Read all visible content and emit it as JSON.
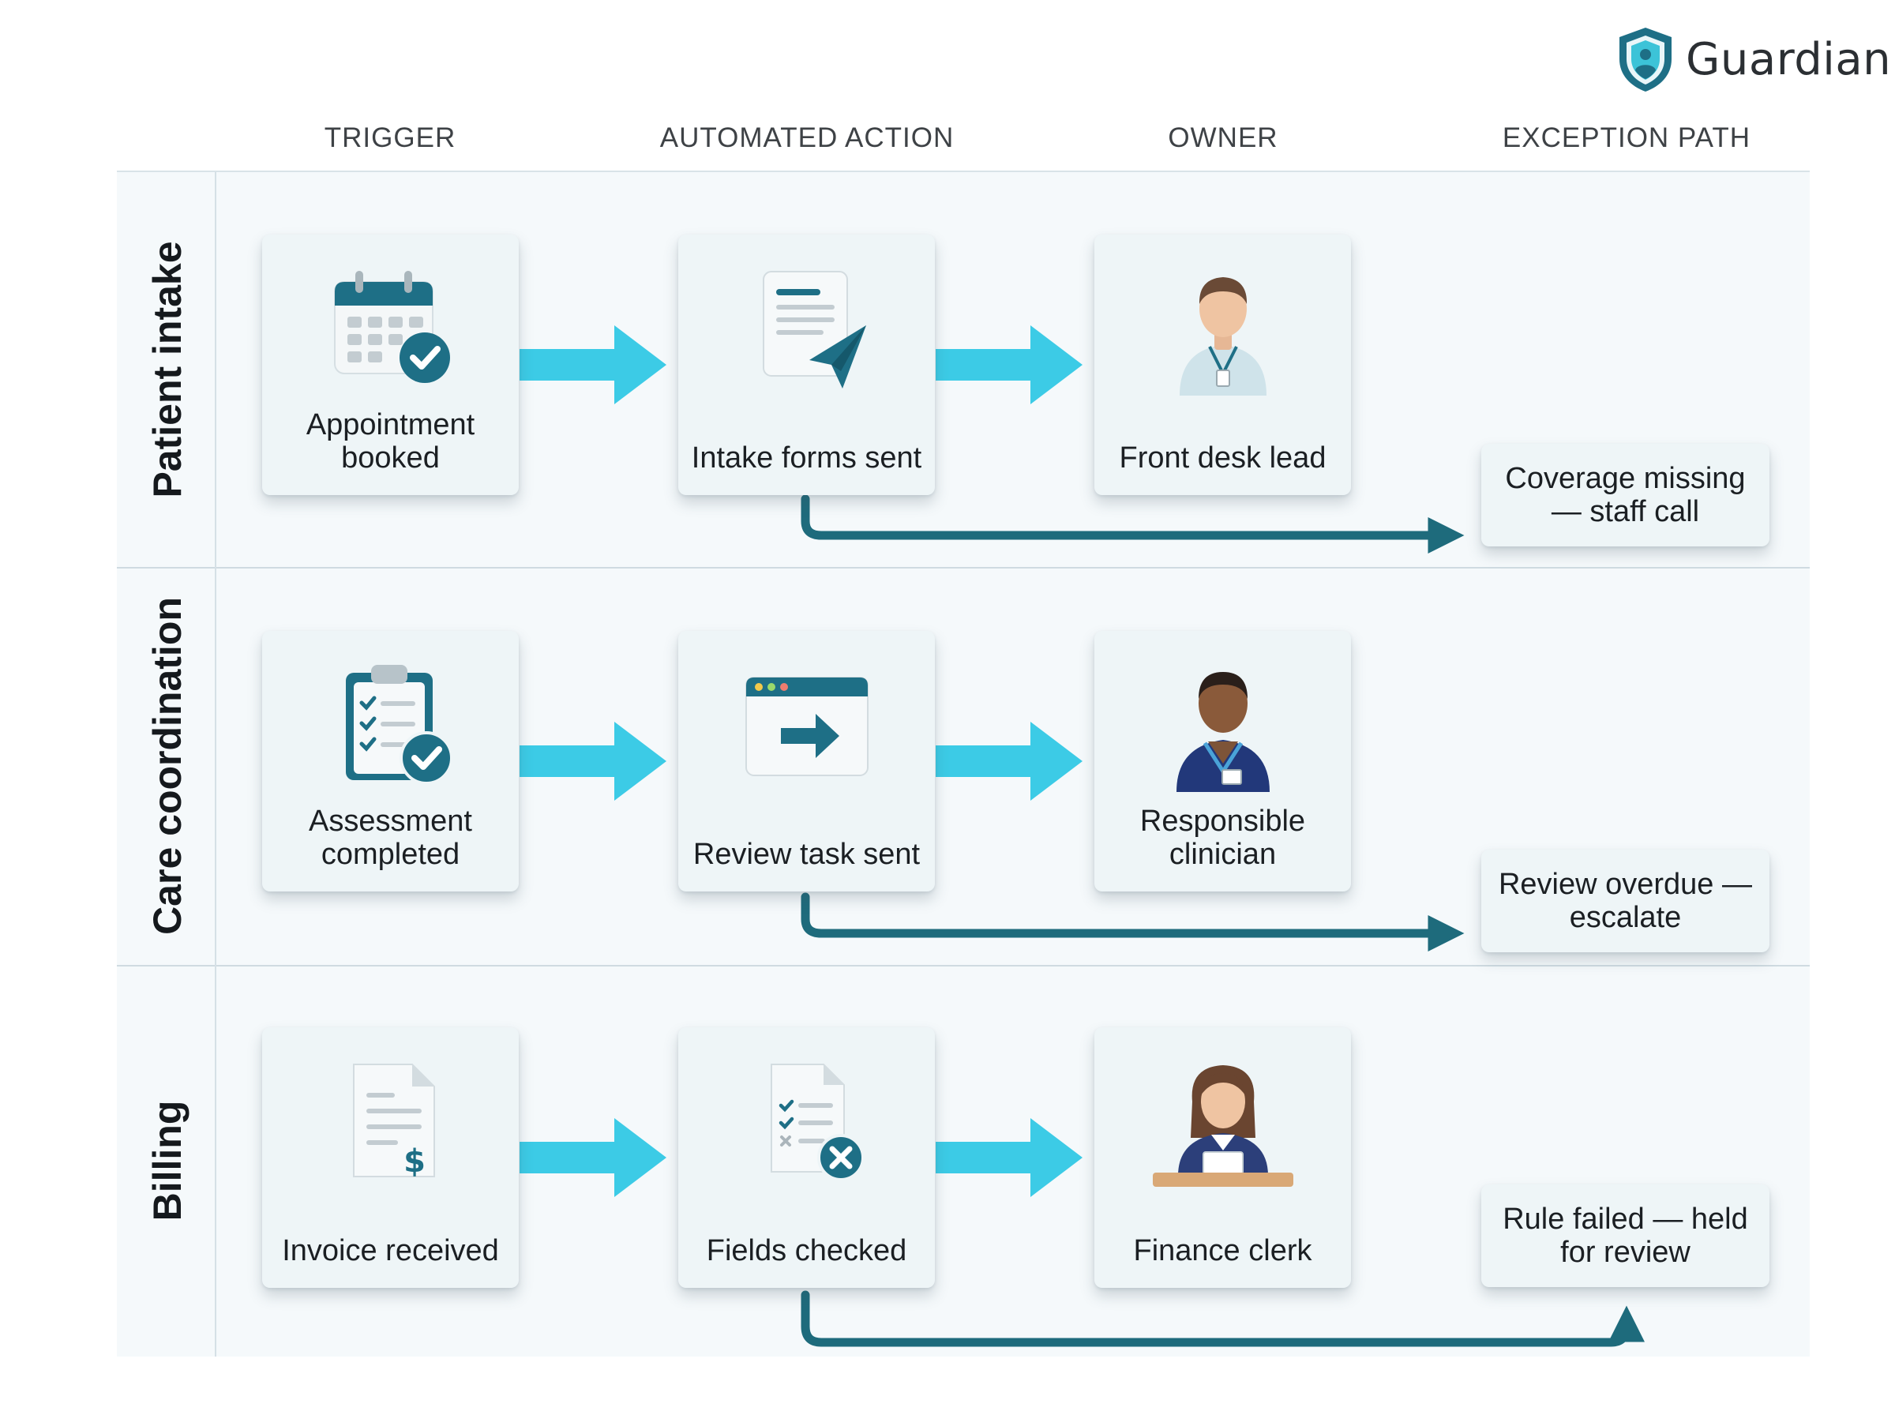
{
  "brand": {
    "name": "Guardian",
    "logo_icon": "shield-person-icon",
    "logo_color": "#1e6f86"
  },
  "columns": {
    "trigger": "TRIGGER",
    "action": "AUTOMATED ACTION",
    "owner": "OWNER",
    "exception": "EXCEPTION PATH"
  },
  "colors": {
    "flow_arrow": "#3ccbe6",
    "exception_arrow": "#1e6b7c",
    "card_background": "#eef5f7",
    "lane_background": "#f5f9fb"
  },
  "lanes": [
    {
      "name": "Patient intake",
      "trigger": {
        "label": "Appointment booked",
        "icon": "calendar-check-icon"
      },
      "action": {
        "label": "Intake forms sent",
        "icon": "document-send-icon"
      },
      "owner": {
        "label": "Front desk lead",
        "icon": "front-desk-person-icon"
      },
      "exception": {
        "label": "Coverage missing — staff call"
      }
    },
    {
      "name": "Care coordination",
      "trigger": {
        "label": "Assessment completed",
        "icon": "clipboard-check-icon"
      },
      "action": {
        "label": "Review task sent",
        "icon": "browser-arrow-icon"
      },
      "owner": {
        "label": "Responsible clinician",
        "icon": "clinician-person-icon"
      },
      "exception": {
        "label": "Review overdue — escalate"
      }
    },
    {
      "name": "Billing",
      "trigger": {
        "label": "Invoice received",
        "icon": "invoice-dollar-icon"
      },
      "action": {
        "label": "Fields checked",
        "icon": "checklist-error-icon"
      },
      "owner": {
        "label": "Finance clerk",
        "icon": "finance-clerk-person-icon"
      },
      "exception": {
        "label": "Rule failed — held for review"
      }
    }
  ]
}
